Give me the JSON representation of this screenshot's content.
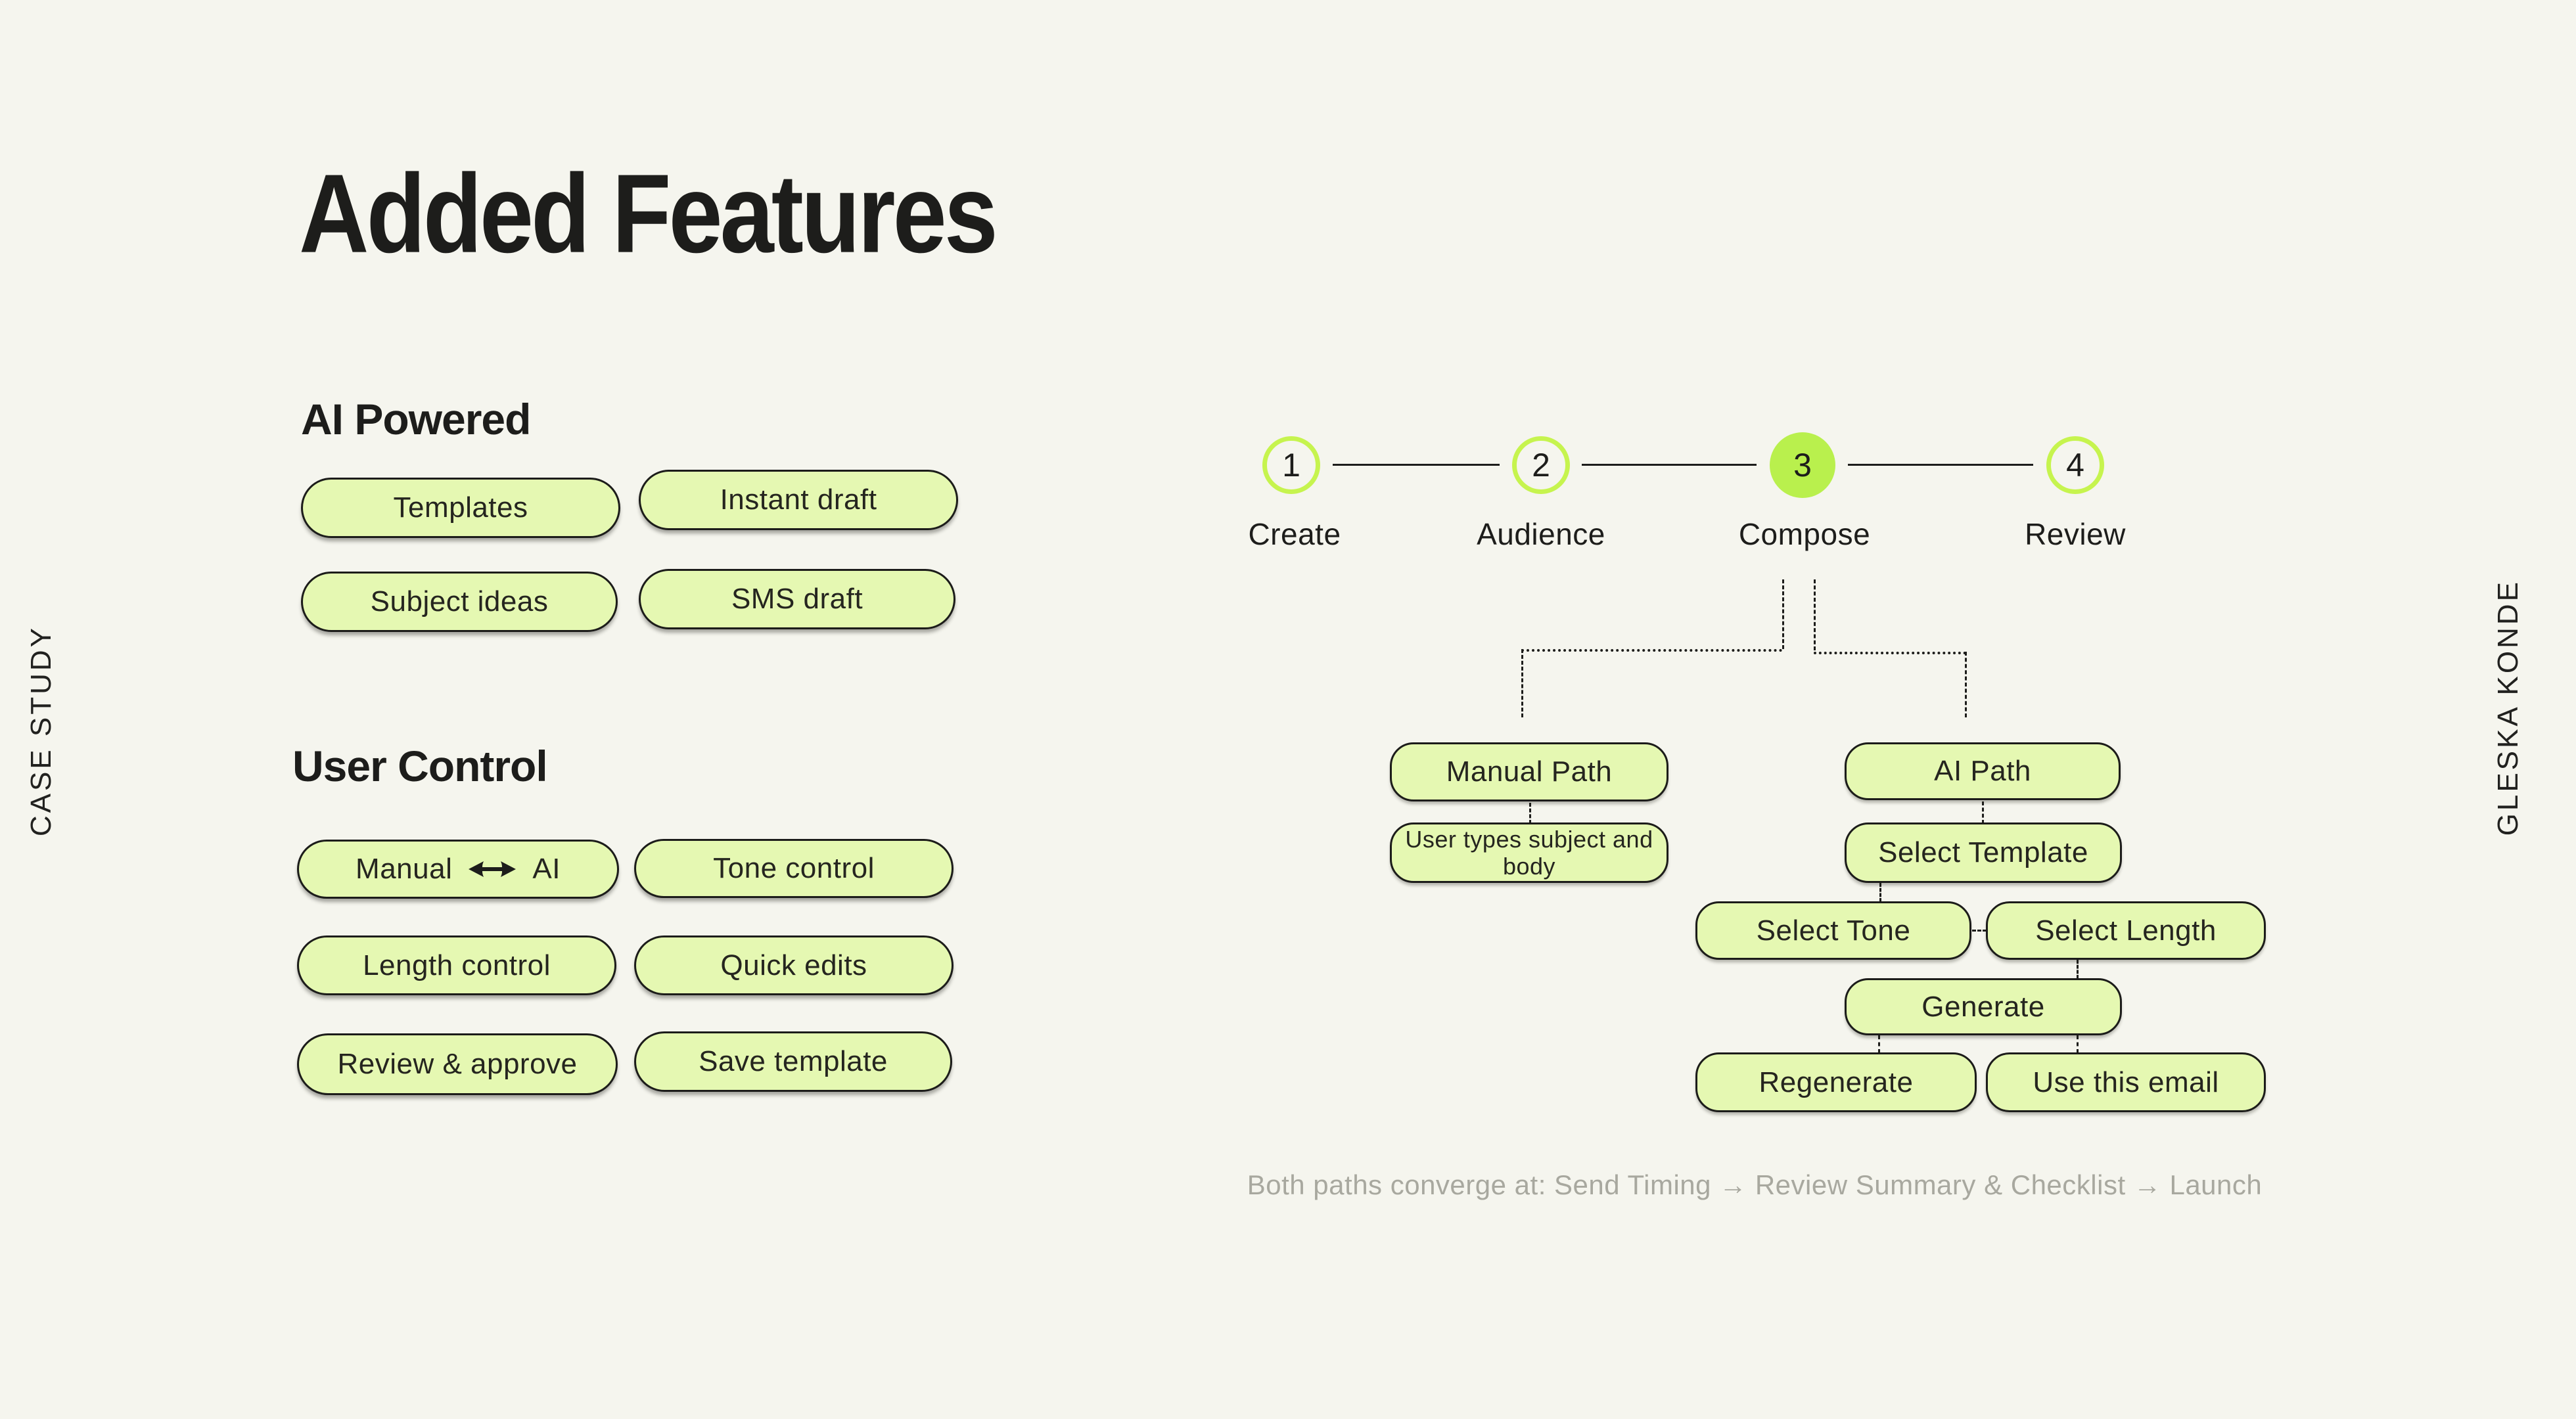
{
  "title": "Added Features",
  "side_labels": {
    "left": "CASE STUDY",
    "right": "GLESKA KONDE"
  },
  "colors": {
    "background": "#f5f5ee",
    "pill_fill": "#e5f8b2",
    "step_ring_green": "#c6f44e",
    "step_active_fill": "#b9f04d",
    "ink": "#1d1d1b",
    "muted_note": "#a8a89f"
  },
  "icons": {
    "manual_ai_arrow": "double-headed-arrow"
  },
  "ai_powered": {
    "heading": "AI Powered",
    "pills": [
      {
        "label": "Templates"
      },
      {
        "label": "Instant draft"
      },
      {
        "label": "Subject ideas"
      },
      {
        "label": "SMS draft"
      }
    ]
  },
  "user_control": {
    "heading": "User Control",
    "pills": [
      {
        "label": "Manual",
        "label2": "AI"
      },
      {
        "label": "Tone control"
      },
      {
        "label": "Length control"
      },
      {
        "label": "Quick edits"
      },
      {
        "label": "Review & approve"
      },
      {
        "label": "Save template"
      }
    ]
  },
  "stepper": {
    "steps": [
      {
        "number": "1",
        "label": "Create",
        "active": false
      },
      {
        "number": "2",
        "label": "Audience",
        "active": false
      },
      {
        "number": "3",
        "label": "Compose",
        "active": true
      },
      {
        "number": "4",
        "label": "Review",
        "active": false
      }
    ]
  },
  "flow": {
    "manual_path": "Manual Path",
    "manual_detail": "User types subject and body",
    "ai_path": "AI Path",
    "select_template": "Select Template",
    "select_tone": "Select Tone",
    "select_length": "Select Length",
    "generate": "Generate",
    "regenerate": "Regenerate",
    "use_this_email": "Use this email",
    "converge_note": "Both paths converge at: Send Timing → Review Summary & Checklist → Launch"
  }
}
